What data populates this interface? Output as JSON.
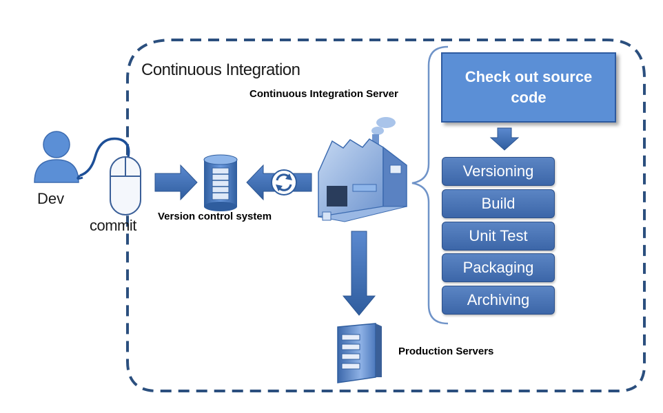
{
  "diagram": {
    "title": "Continuous Integration",
    "ci_server_label": "Continuous Integration Server",
    "dev_label": "Dev",
    "commit_label": "commit",
    "vcs_label": "Version control system",
    "production_label": "Production Servers",
    "checkout_label": "Check out source code",
    "steps": [
      "Versioning",
      "Build",
      "Unit Test",
      "Packaging",
      "Archiving"
    ]
  },
  "colors": {
    "dashed_border": "#2b4f7e",
    "checkout_fill": "#5b8fd6",
    "step_fill": "#4a74b6",
    "arrow": "#3f6fb4",
    "icon": "#5b8fd6"
  }
}
